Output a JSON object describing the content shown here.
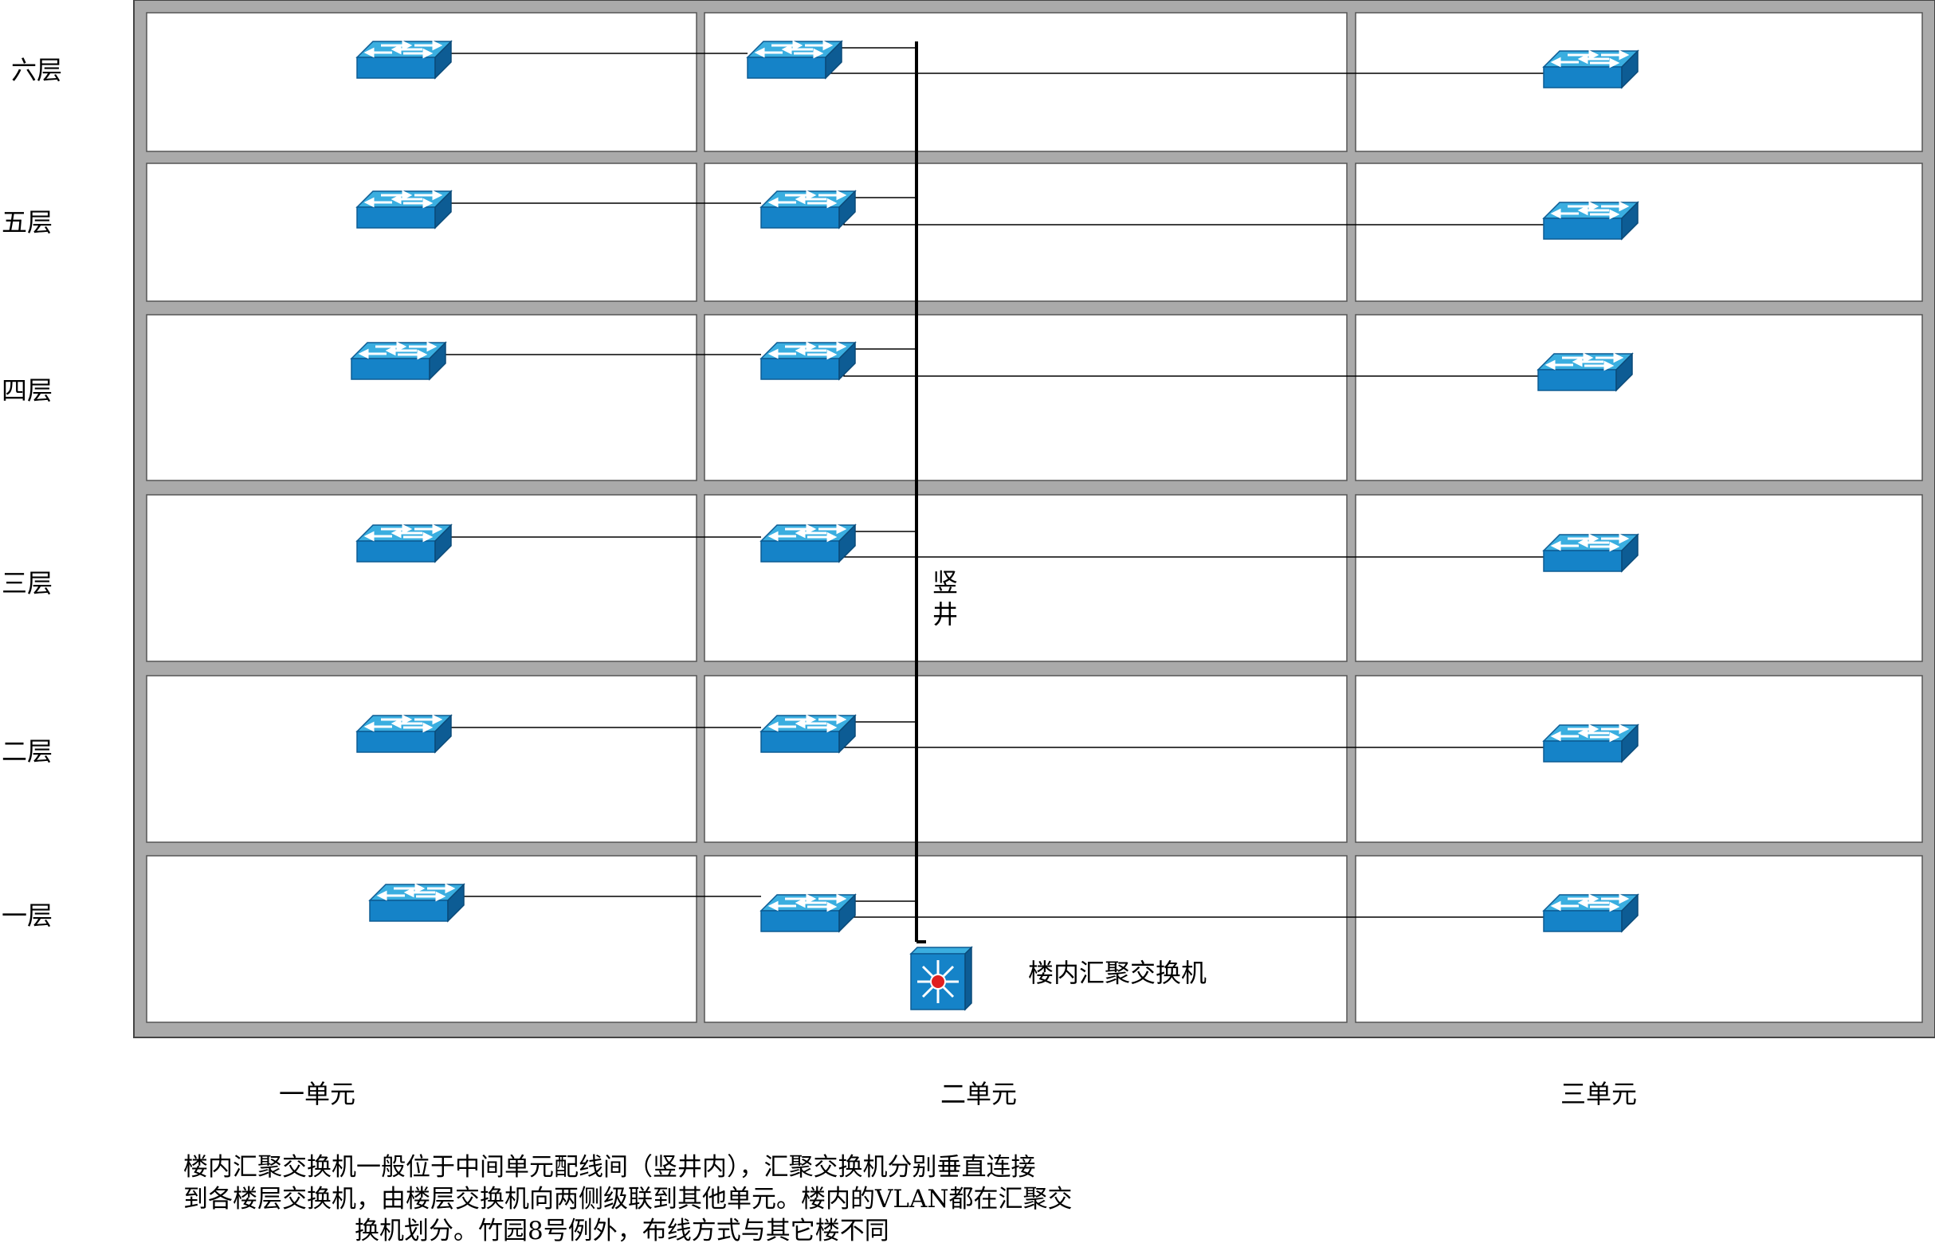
{
  "floors": [
    "六层",
    "五层",
    "四层",
    "三层",
    "二层",
    "一层"
  ],
  "units": [
    "一单元",
    "二单元",
    "三单元"
  ],
  "shaft_label": [
    "竖",
    "井"
  ],
  "core_switch": {
    "label": "楼内汇聚交换机",
    "icon": "layer3-switch-icon"
  },
  "access_switch_icon": "workgroup-switch-icon",
  "caption": [
    "楼内汇聚交换机一般位于中间单元配线间（竖井内），汇聚交换机分别垂直连接",
    "到各楼层交换机，由楼层交换机向两侧级联到其他单元。楼内的VLAN都在汇聚交",
    "换机划分。竹园8号例外，布线方式与其它楼不同"
  ],
  "colors": {
    "wall": "#aaaaaa",
    "wall_border": "#444444",
    "switch_top": "#3aaee0",
    "switch_front": "#1583c8",
    "switch_side": "#0d5c94",
    "core_red": "#e02020",
    "link": "#000000"
  }
}
